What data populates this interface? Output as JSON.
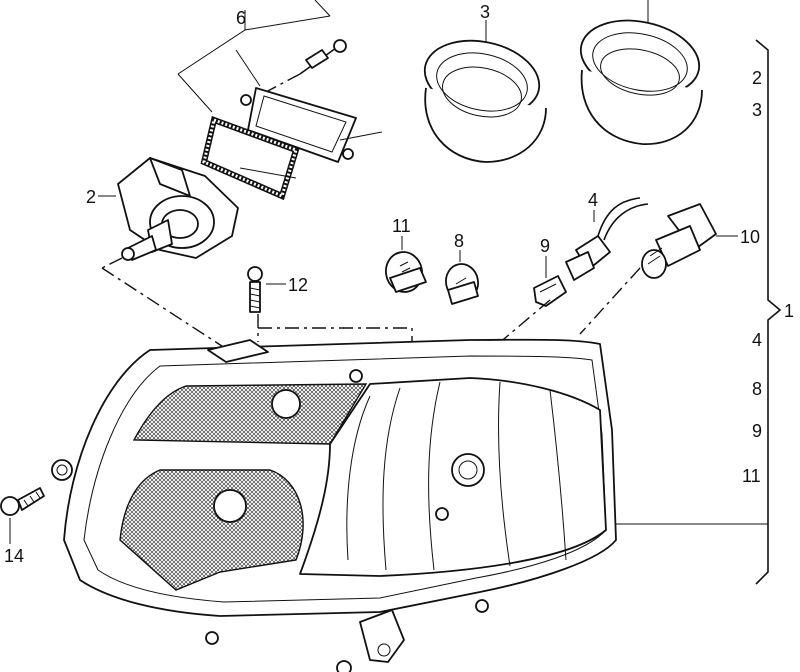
{
  "callouts": {
    "c1": "1",
    "c2a": "2",
    "c2b": "2",
    "c3a": "3",
    "c3b": "3",
    "c4a": "4",
    "c4b": "4",
    "c6": "6",
    "c8a": "8",
    "c8b": "8",
    "c9a": "9",
    "c9b": "9",
    "c10": "10",
    "c11a": "11",
    "c11b": "11",
    "c12": "12",
    "c14": "14"
  }
}
